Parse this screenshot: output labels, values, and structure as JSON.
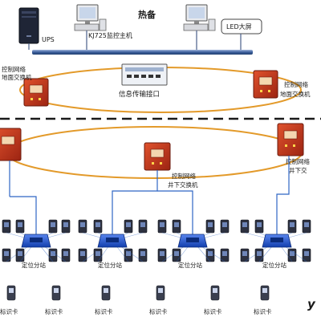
{
  "header": {
    "title": "热备"
  },
  "top_devices": {
    "ups": "UPS",
    "monitor_host": "KJ725监控主机",
    "led_screen": "LED大屏"
  },
  "info_interface": "信息传输接口",
  "switches": {
    "surface_left": [
      "控制网络",
      "地面交换机"
    ],
    "surface_right": [
      "控制网络",
      "地面交换机"
    ],
    "underground_center": [
      "控制网络",
      "井下交换机"
    ],
    "underground_right": [
      "控制网络",
      "井下交"
    ]
  },
  "substation_label": "定位分站",
  "card_label": "标识卡",
  "watermark": "y",
  "colors": {
    "backbone": "#3d5f9c",
    "ring": "#e39a2a",
    "switch_body": "#c1341c",
    "link": "#2f66c4",
    "substation": "#1e55d6"
  }
}
